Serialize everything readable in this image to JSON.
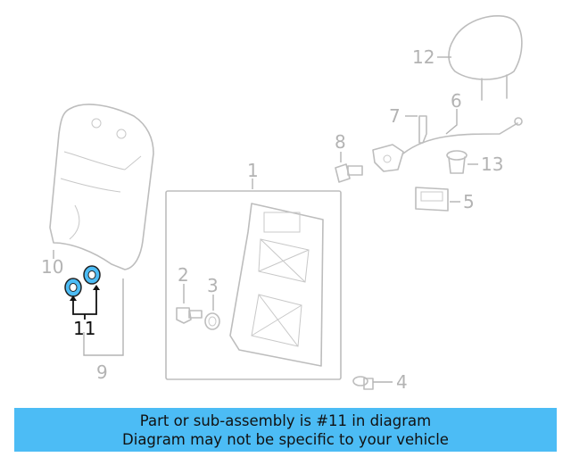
{
  "callouts": {
    "c1": "1",
    "c2": "2",
    "c3": "3",
    "c4": "4",
    "c5": "5",
    "c6": "6",
    "c7": "7",
    "c8": "8",
    "c9": "9",
    "c10": "10",
    "c11": "11",
    "c12": "12",
    "c13": "13"
  },
  "highlight_part": "11",
  "colors": {
    "banner": "#4cbcf5",
    "highlight": "#4cbcf5",
    "line_art": "#bdbdbd",
    "text": "#111111"
  },
  "banner": {
    "line1": "Part or sub-assembly is #11 in diagram",
    "line2": "Diagram may not be specific to your vehicle"
  }
}
